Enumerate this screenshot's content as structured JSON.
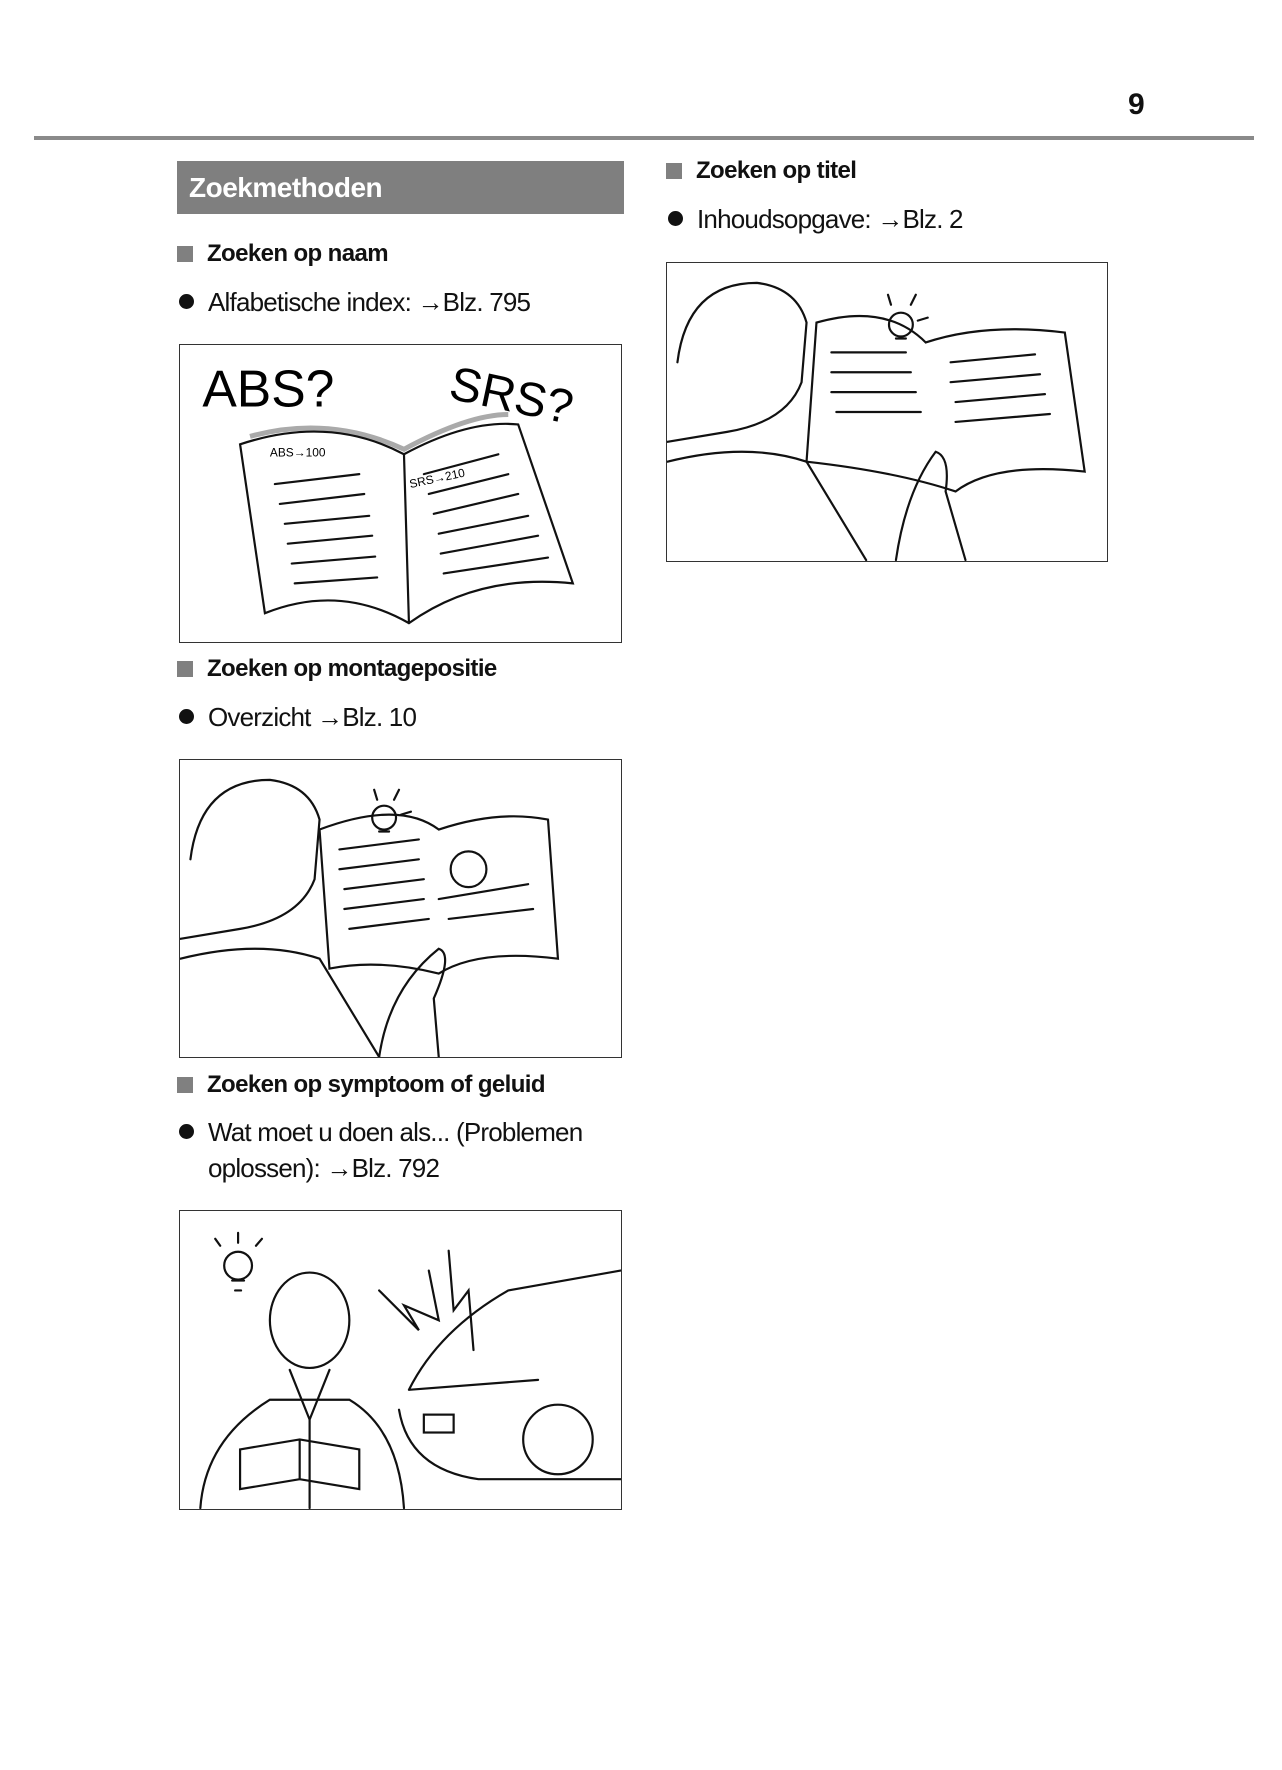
{
  "page_number": "9",
  "section_title": "Zoekmethoden",
  "sections": [
    {
      "heading": "Zoeken op naam",
      "bullet": "Alfabetische index: →Blz. 795",
      "figure": {
        "labels": [
          "ABS?",
          "SRS?",
          "ABS→100",
          "SRS→210"
        ]
      }
    },
    {
      "heading": "Zoeken op montagepositie",
      "bullet": "Overzicht →Blz. 10"
    },
    {
      "heading": "Zoeken op symptoom of geluid",
      "bullet_line1": "Wat moet u doen als... (Problemen",
      "bullet_line2": "oplossen): →Blz. 792"
    },
    {
      "heading": "Zoeken op titel",
      "bullet": "Inhoudsopgave: →Blz. 2"
    }
  ]
}
